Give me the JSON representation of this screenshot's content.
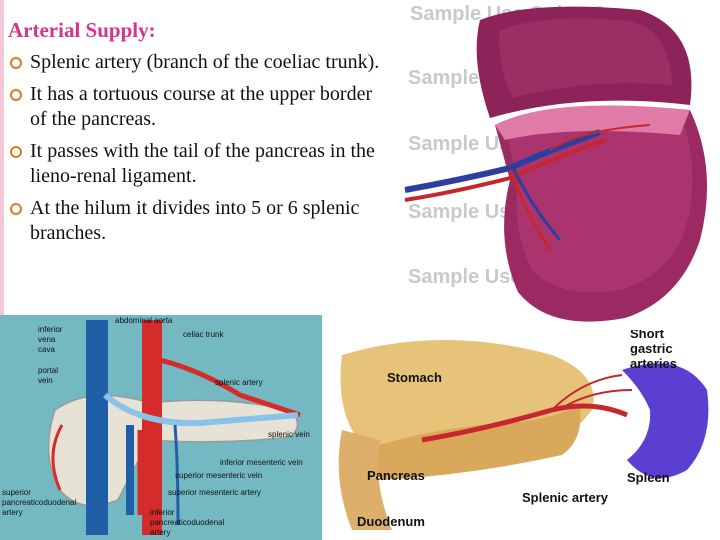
{
  "slide": {
    "heading": "Arterial Supply:",
    "bullets": [
      "Splenic artery (branch of the coeliac trunk).",
      "It has a tortuous course at the upper border of the pancreas.",
      "It passes with the tail of the pancreas in the lieno-renal ligament.",
      "At the hilum it divides into 5 or 6 splenic branches."
    ]
  },
  "figure1": {
    "watermark": "Sample Use Only - Co",
    "icons": [
      "spleen-illustration"
    ]
  },
  "figure2": {
    "labels": {
      "abdominal_aorta": "abdominal aorta",
      "ivc_1": "inferior",
      "ivc_2": "vena",
      "ivc_3": "cava",
      "celiac_trunk": "celiac trunk",
      "portal_1": "portal",
      "portal_2": "vein",
      "splenic_artery": "splenic artery",
      "splenic_vein": "splenic vein",
      "imv": "inferior mesenteric vein",
      "smv": "superior mesenteric vein",
      "sma": "superior mesenteric artery",
      "spd_1": "superior",
      "spd_2": "pancreaticoduodenal",
      "spd_3": "artery",
      "ipd_1": "inferior",
      "ipd_2": "pancreaticoduodenal",
      "ipd_3": "artery"
    }
  },
  "figure3": {
    "labels": {
      "stomach": "Stomach",
      "short_1": "Short",
      "short_2": "gastric",
      "short_3": "arteries",
      "pancreas": "Pancreas",
      "spleen": "Spleen",
      "splenic_artery": "Splenic artery",
      "duodenum": "Duodenum"
    }
  }
}
